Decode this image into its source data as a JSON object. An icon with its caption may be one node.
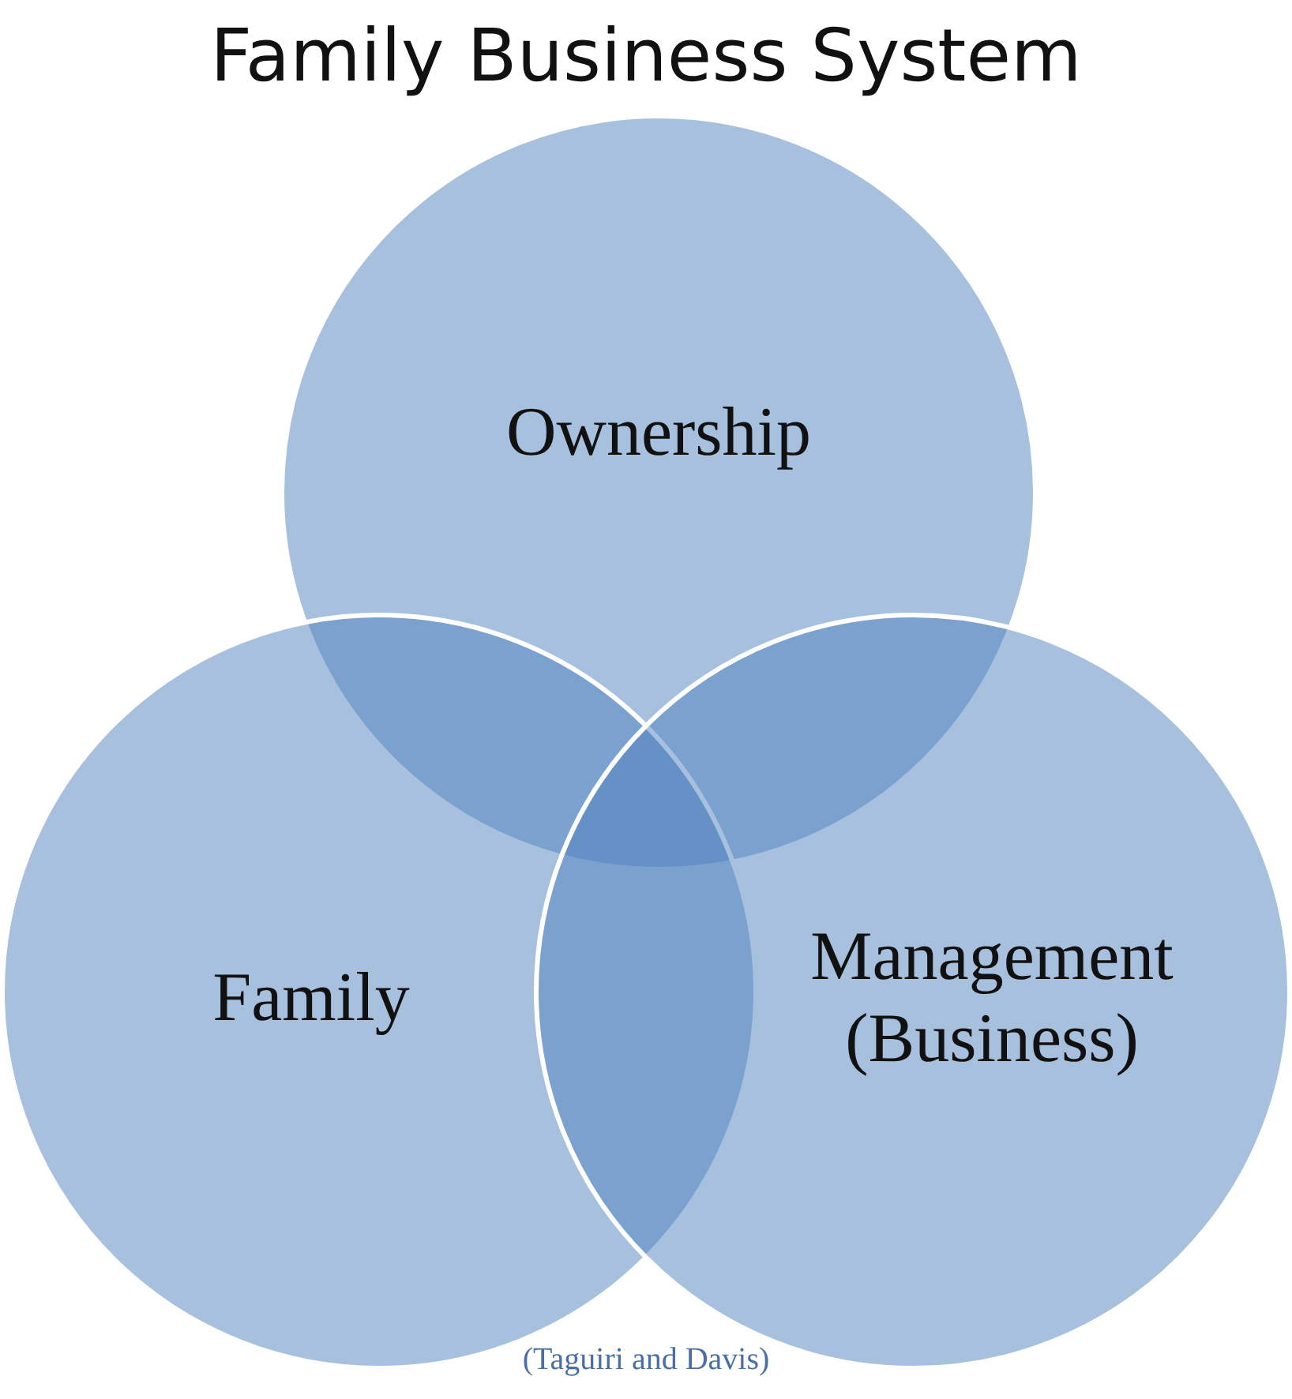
{
  "diagram": {
    "title": "Family Business System",
    "caption": "(Taguiri and Davis)",
    "nodes": [
      {
        "text": [
          "Ownership"
        ]
      },
      {
        "text": [
          "Family"
        ]
      },
      {
        "text": [
          "Management (Business)"
        ]
      }
    ]
  }
}
